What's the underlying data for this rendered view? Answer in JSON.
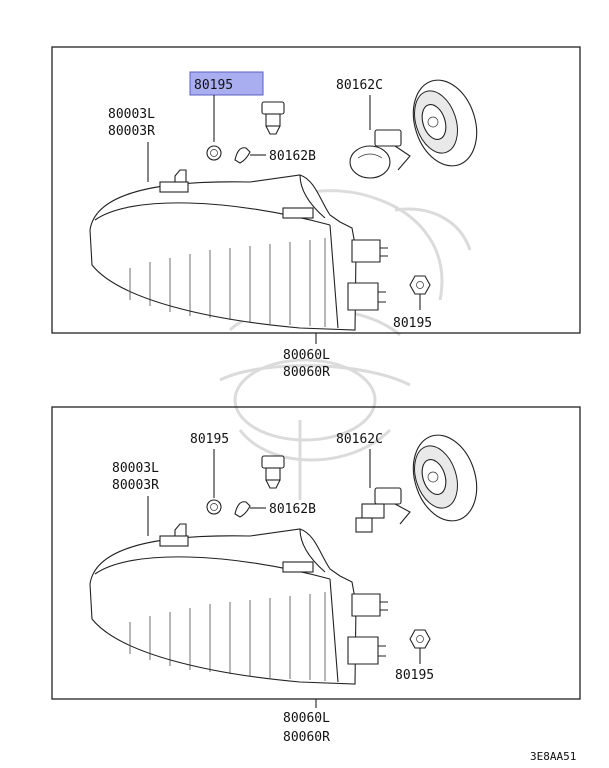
{
  "colors": {
    "line": "#222222",
    "highlight_fill": "#a9aef0",
    "highlight_stroke": "#5b5fbf",
    "watermark": "#d8d8d8"
  },
  "diagram_code": "3E8AA51",
  "panels": [
    {
      "highlighted_part": "80195",
      "labels": {
        "bulb_socket_nut": "80195",
        "housing_l": "80003L",
        "housing_r": "80003R",
        "cap": "80162C",
        "bulb": "80162B",
        "nut_right": "80195",
        "assembly_l": "80060L",
        "assembly_r": "80060R"
      }
    },
    {
      "highlighted_part": "",
      "labels": {
        "bulb_socket_nut": "80195",
        "housing_l": "80003L",
        "housing_r": "80003R",
        "cap": "80162C",
        "bulb": "80162B",
        "nut_right": "80195",
        "assembly_l": "80060L",
        "assembly_r": "80060R"
      }
    }
  ]
}
